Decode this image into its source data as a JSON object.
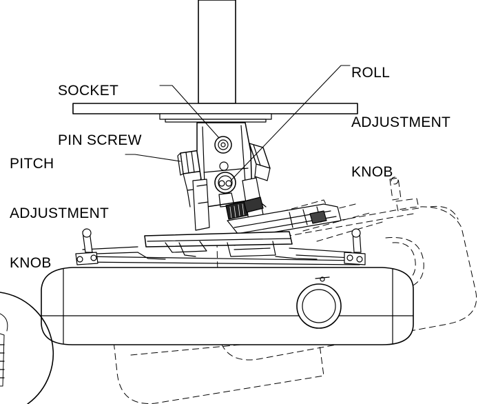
{
  "callouts": {
    "socket_pin_screw": {
      "lines": [
        "SOCKET",
        "PIN SCREW"
      ]
    },
    "roll_adjustment_knob": {
      "lines": [
        "ROLL",
        "ADJUSTMENT",
        "KNOB"
      ]
    },
    "pitch_adjustment_knob": {
      "lines": [
        "PITCH",
        "ADJUSTMENT",
        "KNOB"
      ]
    }
  },
  "colors": {
    "line": "#000000",
    "background": "#ffffff"
  }
}
